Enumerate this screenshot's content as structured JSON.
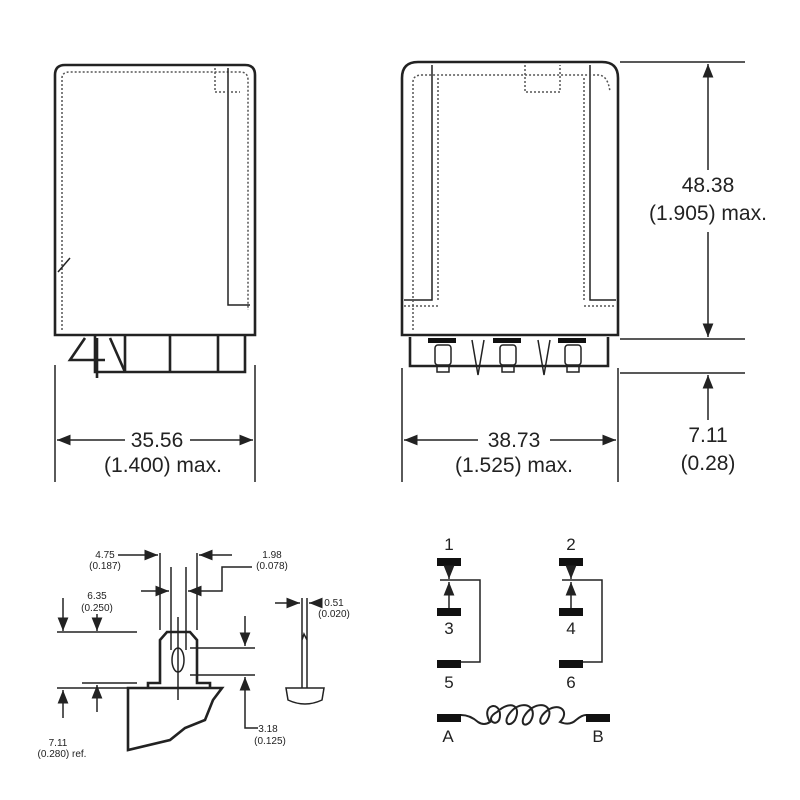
{
  "side_view": {
    "width_mm": "35.56",
    "width_in": "(1.400) max."
  },
  "front_view": {
    "width_mm": "38.73",
    "width_in": "(1.525) max.",
    "height_mm": "48.38",
    "height_in": "(1.905) max.",
    "terminal_mm": "7.11",
    "terminal_in": "(0.28)"
  },
  "terminal_detail": {
    "width_mm": "4.75",
    "width_in": "(0.187)",
    "slot_mm": "1.98",
    "slot_in": "(0.078)",
    "tip_mm": "6.35",
    "tip_in": "(0.250)",
    "thickness_mm": "0.51",
    "thickness_in": "(0.020)",
    "base_mm": "7.11",
    "base_in": "(0.280) ref.",
    "hole_mm": "3.18",
    "hole_in": "(0.125)"
  },
  "schematic": {
    "pins": [
      "1",
      "2",
      "3",
      "4",
      "5",
      "6"
    ],
    "coil": [
      "A",
      "B"
    ]
  }
}
